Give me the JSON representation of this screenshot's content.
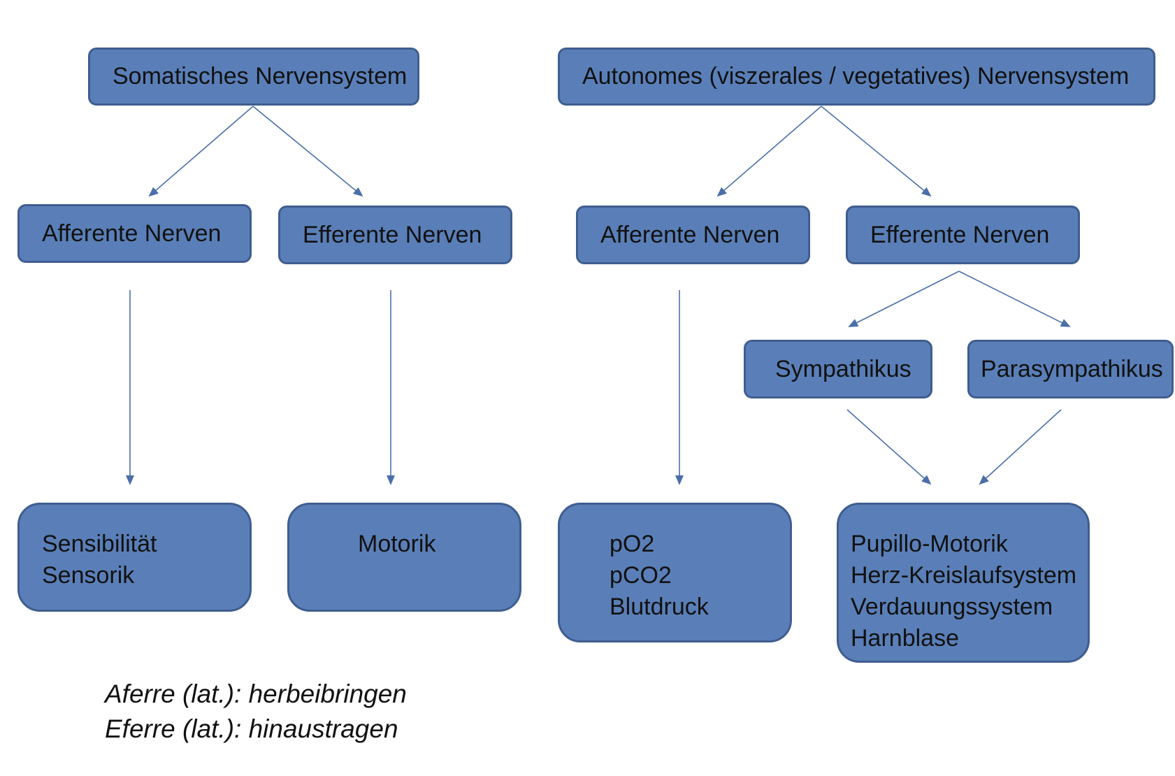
{
  "colors": {
    "box_fill": "#5a7fb8",
    "box_border": "#3f5d8f",
    "arrow": "#4a6fa8",
    "text": "#111111"
  },
  "nodes": {
    "somatic": "Somatisches Nervensystem",
    "autonomic": "Autonomes (viszerales / vegetatives) Nervensystem",
    "som_afferent": "Afferente Nerven",
    "som_efferent": "Efferente Nerven",
    "aut_afferent": "Afferente Nerven",
    "aut_efferent": "Efferente Nerven",
    "sympathikus": "Sympathikus",
    "parasympathikus": "Parasympathikus"
  },
  "targets": {
    "som_afferent": [
      "Sensibilität",
      "Sensorik"
    ],
    "som_efferent": [
      "Motorik"
    ],
    "aut_afferent": [
      "pO2",
      "pCO2",
      "Blutdruck"
    ],
    "aut_efferent": [
      "Pupillo-Motorik",
      "Herz-Kreislaufsystem",
      "Verdauungssystem",
      "Harnblase"
    ]
  },
  "footnotes": [
    "Aferre (lat.): herbeibringen",
    "Eferre (lat.): hinaustragen"
  ]
}
